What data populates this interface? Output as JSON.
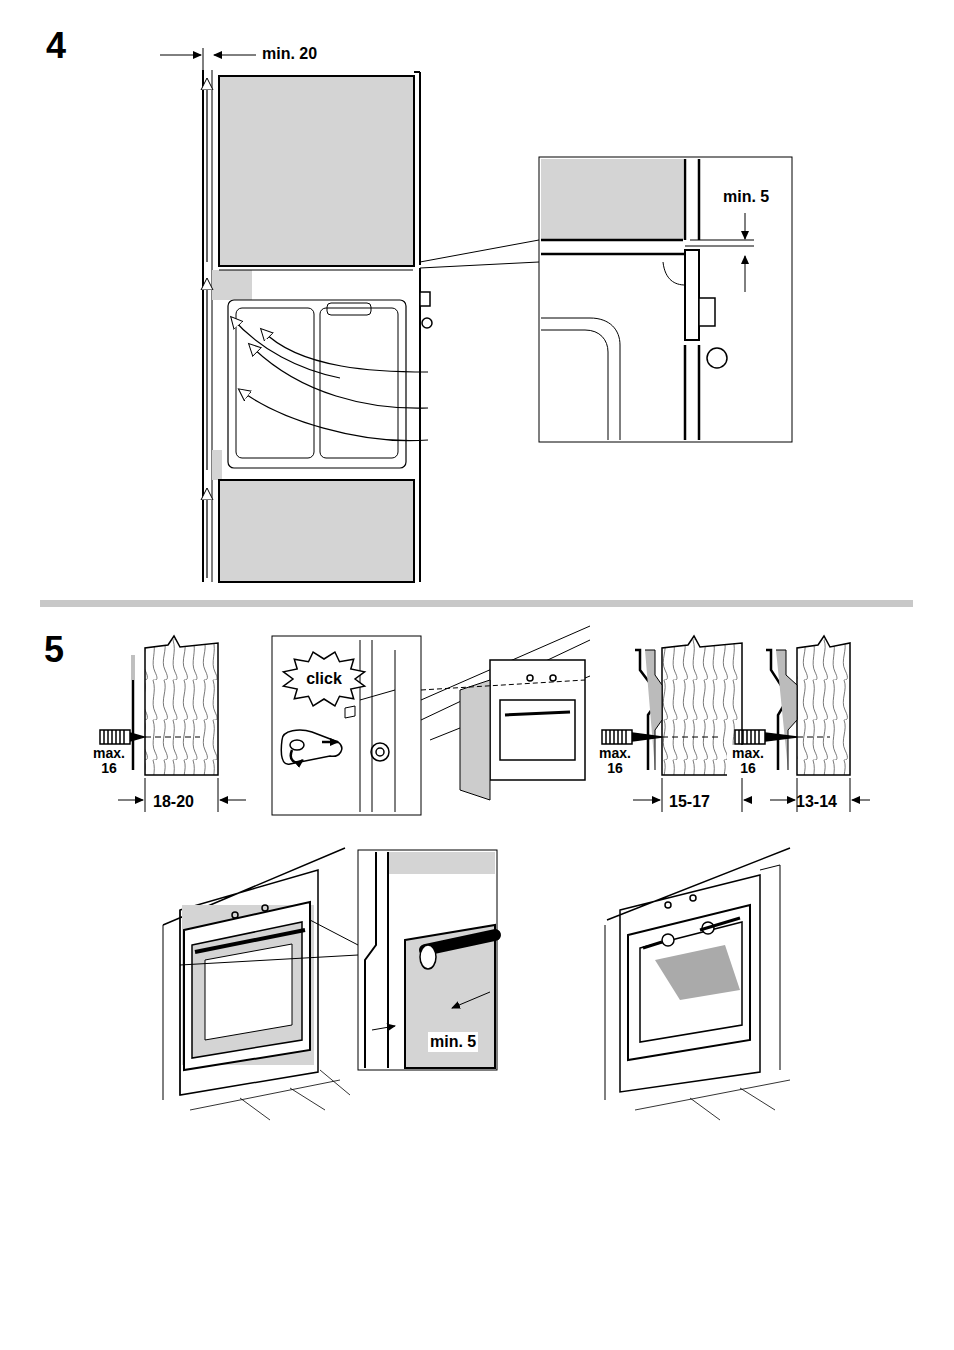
{
  "diagram": {
    "nodes": [
      {
        "text": [
          "click"
        ]
      }
    ],
    "labels": [
      "4",
      "min. 20",
      "min. 5",
      "5",
      "max. 16",
      "18-20",
      "max. 16",
      "15-17",
      "max. 16",
      "13-14",
      "min. 5"
    ]
  }
}
